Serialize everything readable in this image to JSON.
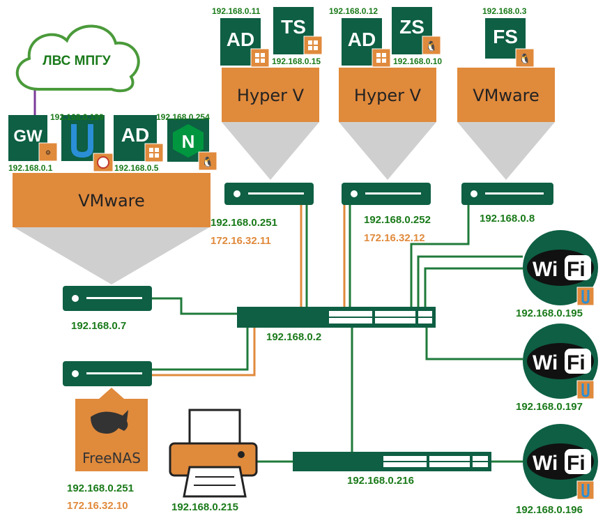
{
  "colors": {
    "server_green": "#0e5f43",
    "hypervisor_orange": "#e08a3c",
    "label_green": "#1a7a1a",
    "label_orange": "#e08a3c",
    "cloud_border": "#4a9a3a",
    "uplink_purple": "#7a3a9a",
    "cable_green": "#1f7a3a",
    "cable_orange": "#e08a3c",
    "cone_gray": "#cfcfcf"
  },
  "cloud": {
    "label": "ЛВС МПГУ"
  },
  "vmware_main": {
    "label": "VMware",
    "tiles": [
      {
        "name": "GW",
        "ip_top": "",
        "ip_bottom": "192.168.0.1",
        "badge": "pfsense-icon"
      },
      {
        "name": "",
        "ip_top": "192.168.0.199",
        "ip_bottom": "",
        "badge": "ubiquiti-unifi-icon"
      },
      {
        "name": "AD",
        "ip_top": "",
        "ip_bottom": "192.168.0.5",
        "badge": "windows-icon"
      },
      {
        "name": "N",
        "ip_top": "192.168.0.254",
        "ip_bottom": "",
        "badge": "linux-icon"
      }
    ],
    "server_ip": "192.168.0.7"
  },
  "hyperv_1": {
    "label": "Hyper V",
    "tiles": [
      {
        "name": "AD",
        "ip": "192.168.0.11",
        "badge": "windows-icon"
      },
      {
        "name": "TS",
        "ip": "192.168.0.15",
        "badge": "windows-icon"
      }
    ],
    "server_ip_1": "192.168.0.251",
    "server_ip_2": "172.16.32.11"
  },
  "hyperv_2": {
    "label": "Hyper V",
    "tiles": [
      {
        "name": "AD",
        "ip": "192.168.0.12",
        "badge": "windows-icon"
      },
      {
        "name": "ZS",
        "ip": "192.168.0.10",
        "badge": "linux-icon"
      }
    ],
    "server_ip_1": "192.168.0.252",
    "server_ip_2": "172.16.32.12"
  },
  "vmware_fs": {
    "label": "VMware",
    "tiles": [
      {
        "name": "FS",
        "ip": "192.168.0.3",
        "badge": "linux-icon"
      }
    ],
    "server_ip": "192.168.0.8"
  },
  "switch_main": {
    "ip": "192.168.0.2"
  },
  "switch_second": {
    "ip": "192.168.0.216"
  },
  "freenas": {
    "label": "FreeNAS",
    "ip_1": "192.168.0.251",
    "ip_2": "172.16.32.10"
  },
  "printer": {
    "ip": "192.168.0.215"
  },
  "wifi": [
    {
      "logo_left": "Wi",
      "logo_right": "Fi",
      "ip": "192.168.0.195"
    },
    {
      "logo_left": "Wi",
      "logo_right": "Fi",
      "ip": "192.168.0.197"
    },
    {
      "logo_left": "Wi",
      "logo_right": "Fi",
      "ip": "192.168.0.196"
    }
  ]
}
